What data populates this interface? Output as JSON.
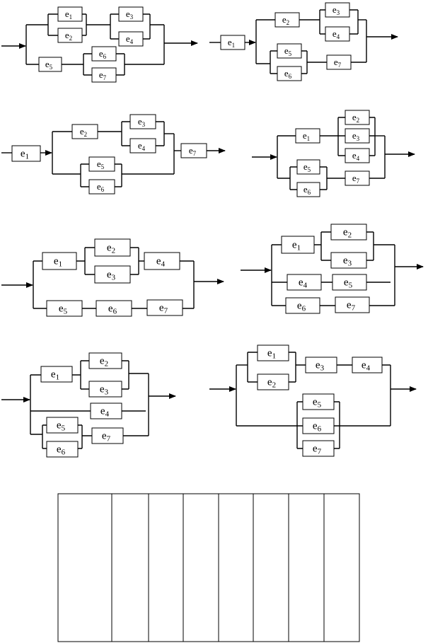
{
  "symbol": "e",
  "diagrams": [
    {
      "id": "d1",
      "elements": [
        "1",
        "2",
        "3",
        "4",
        "5",
        "6",
        "7"
      ]
    },
    {
      "id": "d2",
      "elements": [
        "1",
        "2",
        "3",
        "4",
        "5",
        "6",
        "7"
      ]
    },
    {
      "id": "d3",
      "elements": [
        "1",
        "2",
        "3",
        "4",
        "5",
        "6",
        "7"
      ]
    },
    {
      "id": "d4",
      "elements": [
        "1",
        "2",
        "3",
        "4",
        "5",
        "6",
        "7"
      ]
    },
    {
      "id": "d5",
      "elements": [
        "1",
        "2",
        "3",
        "4",
        "5",
        "6",
        "7"
      ]
    },
    {
      "id": "d6",
      "elements": [
        "1",
        "2",
        "3",
        "4",
        "5",
        "6",
        "7"
      ]
    },
    {
      "id": "d7",
      "elements": [
        "1",
        "2",
        "3",
        "4",
        "5",
        "6",
        "7"
      ]
    },
    {
      "id": "d8",
      "elements": [
        "1",
        "2",
        "3",
        "4",
        "5",
        "6",
        "7"
      ]
    }
  ],
  "answer_table": {
    "columns": 8,
    "cells": [
      "",
      "",
      "",
      "",
      "",
      "",
      "",
      ""
    ]
  }
}
